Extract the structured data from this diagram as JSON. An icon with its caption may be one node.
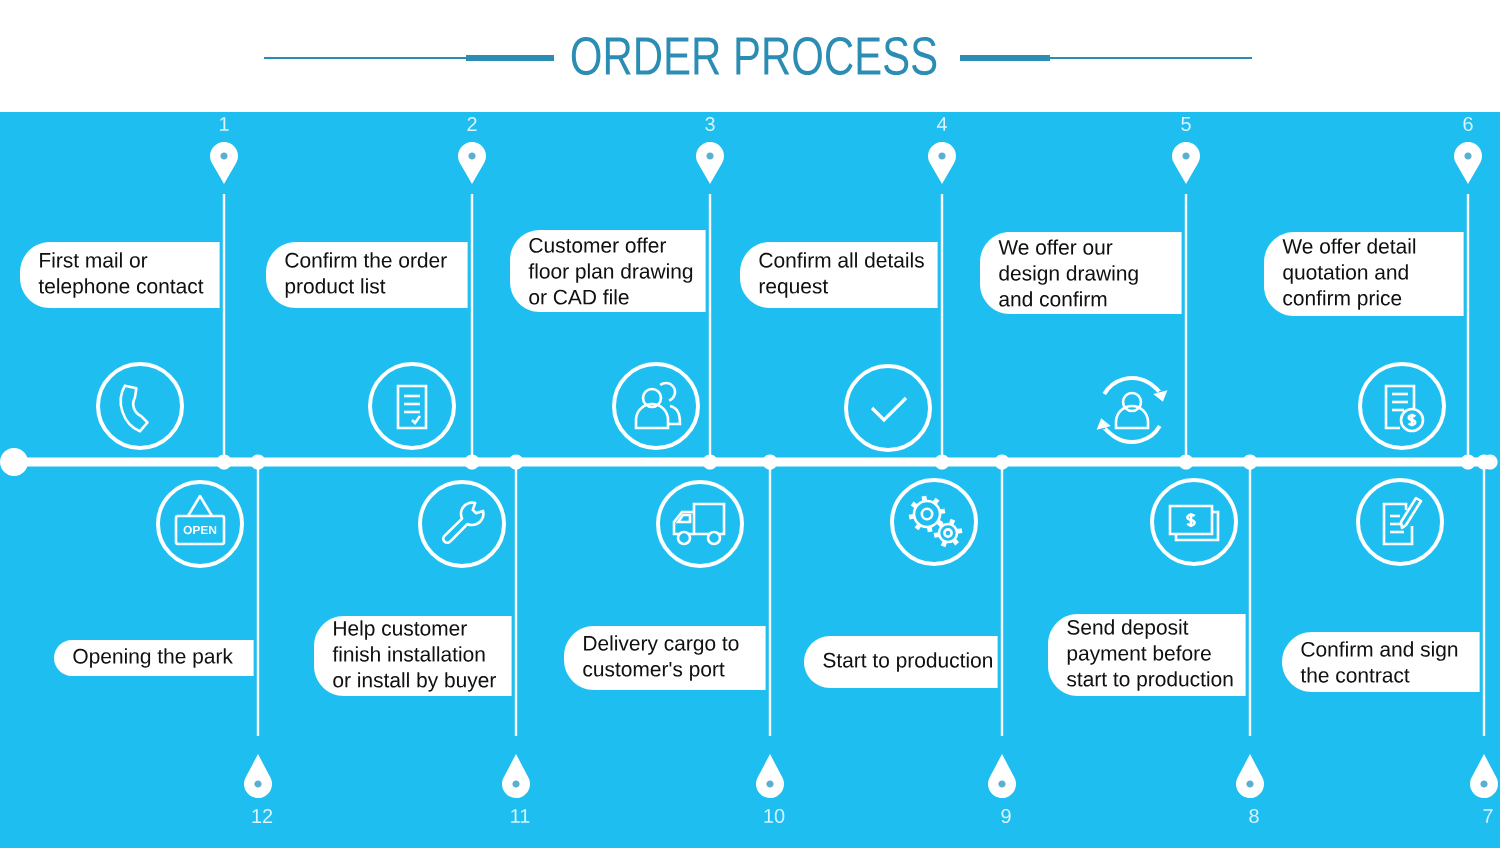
{
  "diagram": {
    "title": "ORDER PROCESS",
    "nodes": [
      {
        "text": [
          "First mail or telephone contact"
        ]
      },
      {
        "text": [
          "Confirm the order product list"
        ]
      },
      {
        "text": [
          "Customer offer floor plan drawing or CAD file"
        ]
      },
      {
        "text": [
          "Confirm all details request"
        ]
      },
      {
        "text": [
          "We offer our design drawing and confirm"
        ]
      },
      {
        "text": [
          "We offer detail quotation and confirm price"
        ]
      },
      {
        "text": [
          "Confirm and sign the contract"
        ]
      },
      {
        "text": [
          "Send deposit payment before start to production"
        ]
      },
      {
        "text": [
          "Start to production"
        ]
      },
      {
        "text": [
          "Delivery cargo to customer's port"
        ]
      },
      {
        "text": [
          "Help customer finish installation or install by buyer"
        ]
      },
      {
        "text": [
          "Opening the park"
        ]
      }
    ],
    "labels": [
      "1",
      "2",
      "3",
      "4",
      "5",
      "6",
      "OPEN",
      "12",
      "11",
      "10",
      "9",
      "8",
      "7"
    ]
  }
}
